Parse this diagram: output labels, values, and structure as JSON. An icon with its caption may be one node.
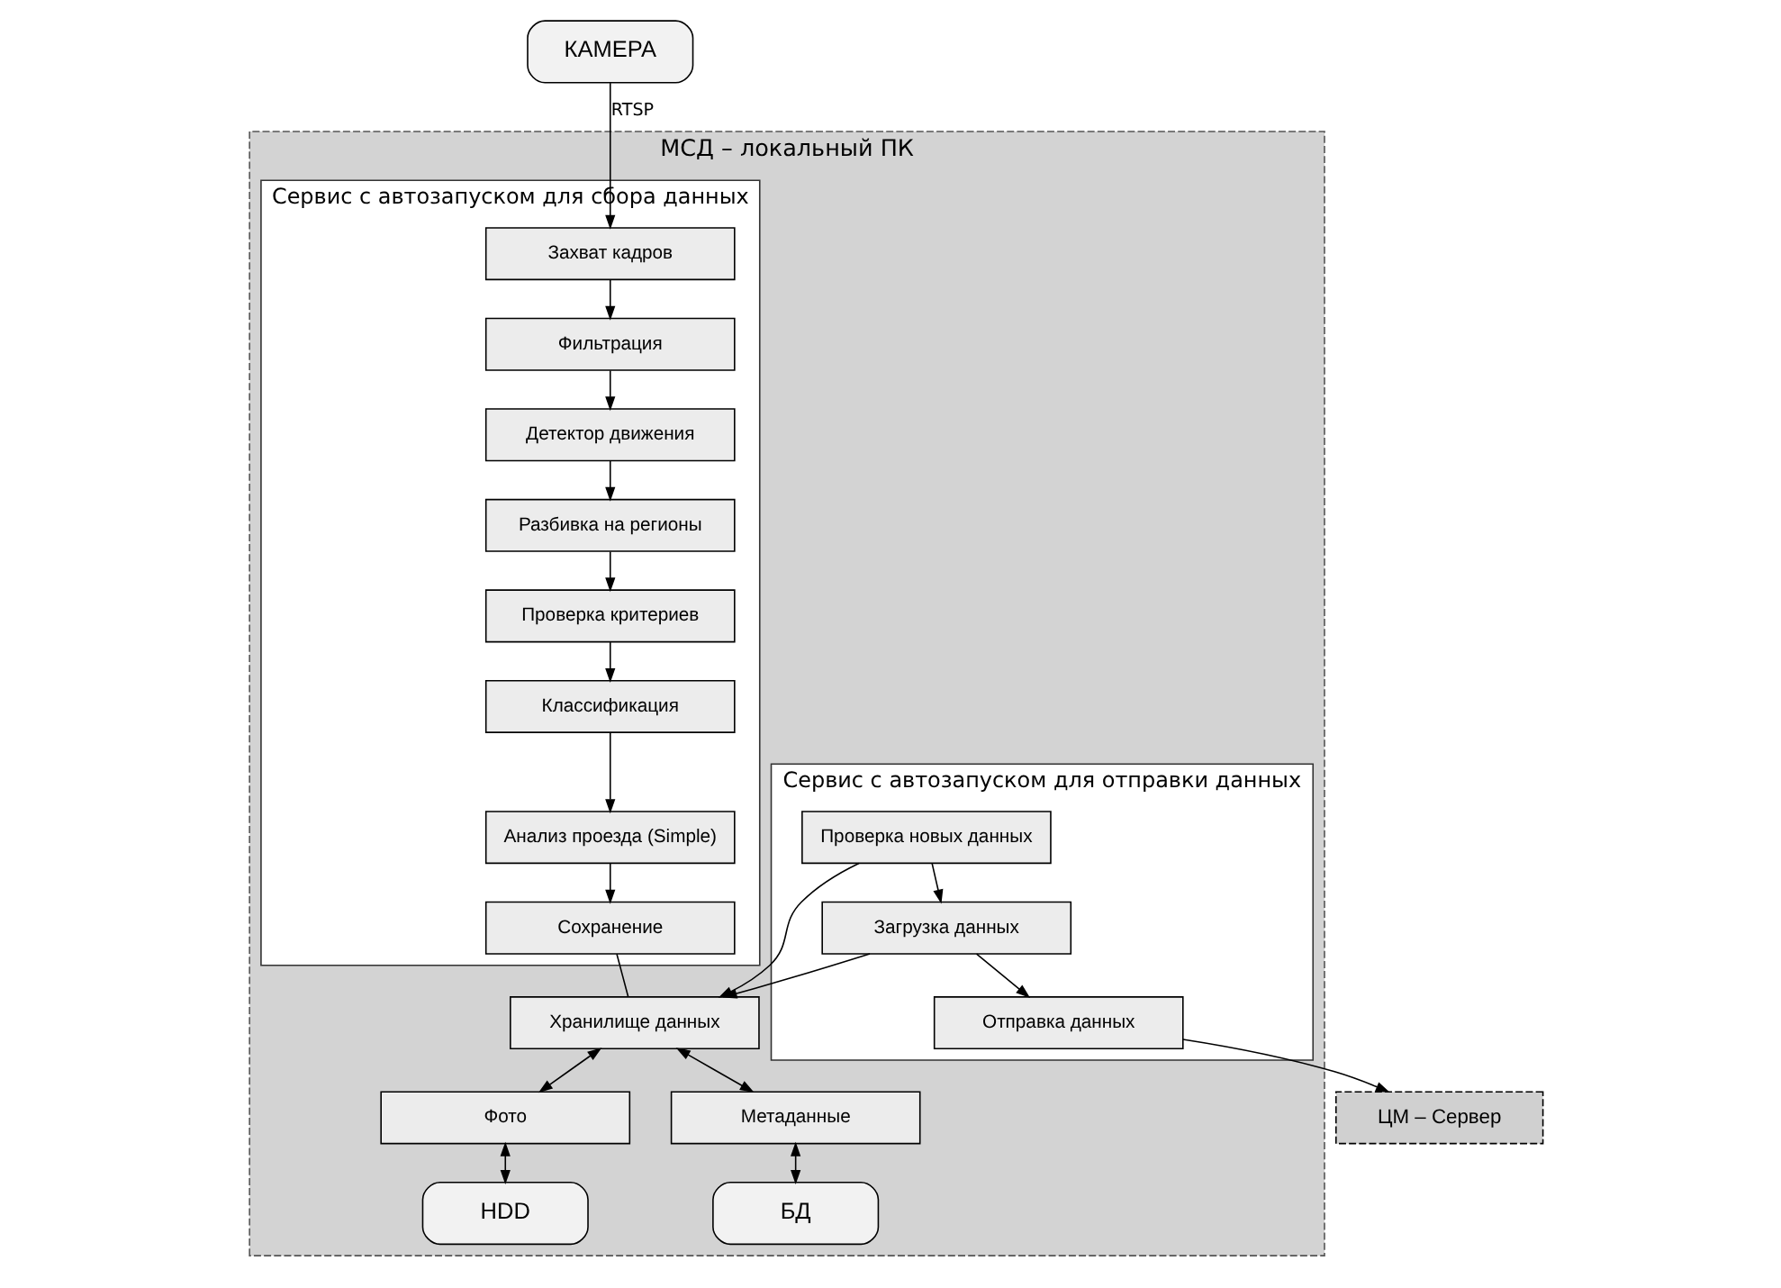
{
  "diagram": {
    "nodes": [
      {
        "text": [
          "КАМЕРА"
        ]
      },
      {
        "text": [
          "МСД – локальный ПК"
        ]
      },
      {
        "text": [
          "Сервис с автозапуском для сбора данных"
        ],
        "in": 1
      },
      {
        "text": [
          "Захват кадров"
        ],
        "in": 2
      },
      {
        "text": [
          "Фильтрация"
        ],
        "in": 2
      },
      {
        "text": [
          "Детектор движения"
        ],
        "in": 2
      },
      {
        "text": [
          "Разбивка на регионы"
        ],
        "in": 2
      },
      {
        "text": [
          "Проверка критериев"
        ],
        "in": 2
      },
      {
        "text": [
          "Классификация"
        ],
        "in": 2
      },
      {
        "text": [
          "Анализ проезда (Simple)"
        ],
        "in": 2
      },
      {
        "text": [
          "Сохранение"
        ],
        "in": 2
      },
      {
        "text": [
          "Сервис с автозапуском для отправки данных"
        ],
        "in": 1
      },
      {
        "text": [
          "Проверка новых данных"
        ],
        "in": 11
      },
      {
        "text": [
          "Загрузка данных"
        ],
        "in": 11
      },
      {
        "text": [
          "Отправка данных"
        ],
        "in": 11
      },
      {
        "text": [
          "Хранилище данных"
        ],
        "in": 1
      },
      {
        "text": [
          "Фото"
        ],
        "in": 1
      },
      {
        "text": [
          "Метаданные"
        ],
        "in": 1
      },
      {
        "text": [
          "HDD"
        ],
        "in": 1
      },
      {
        "text": [
          "БД"
        ],
        "in": 1
      },
      {
        "text": [
          "ЦМ – Сервер"
        ]
      }
    ],
    "edges": [
      {
        "from": 0,
        "to": 3,
        "arrow": "to",
        "label": "RTSP"
      },
      {
        "from": 3,
        "to": 4,
        "arrow": "to"
      },
      {
        "from": 4,
        "to": 5,
        "arrow": "to"
      },
      {
        "from": 5,
        "to": 6,
        "arrow": "to"
      },
      {
        "from": 6,
        "to": 7,
        "arrow": "to"
      },
      {
        "from": 7,
        "to": 8,
        "arrow": "to"
      },
      {
        "from": 8,
        "to": 9,
        "arrow": "to"
      },
      {
        "from": 9,
        "to": 10,
        "arrow": "to"
      },
      {
        "from": 10,
        "to": 15,
        "arrow": "none"
      },
      {
        "from": 12,
        "to": 13,
        "arrow": "to"
      },
      {
        "from": 13,
        "to": 14,
        "arrow": "to"
      },
      {
        "from": 12,
        "to": 15,
        "arrow": "to"
      },
      {
        "from": 13,
        "to": 15,
        "arrow": "to"
      },
      {
        "from": 14,
        "to": 20,
        "arrow": "to"
      },
      {
        "from": 15,
        "to": 16,
        "arrow": "both"
      },
      {
        "from": 15,
        "to": 17,
        "arrow": "both"
      },
      {
        "from": 16,
        "to": 18,
        "arrow": "both"
      },
      {
        "from": 17,
        "to": 19,
        "arrow": "both"
      }
    ]
  }
}
